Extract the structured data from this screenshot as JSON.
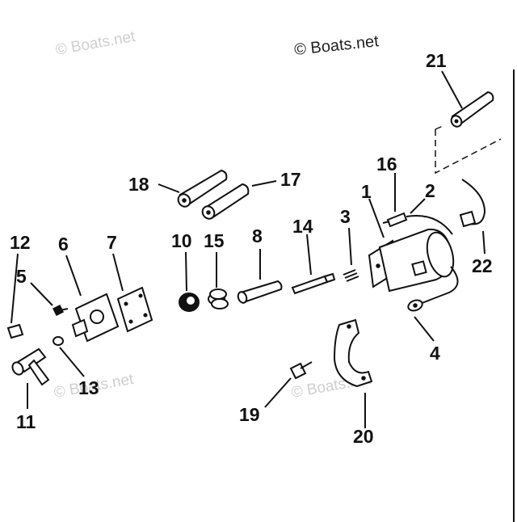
{
  "watermark": {
    "main": "© Boats.net",
    "faint": "© Boats.net"
  },
  "callouts": {
    "c1": "1",
    "c2": "2",
    "c3": "3",
    "c4": "4",
    "c5": "5",
    "c6": "6",
    "c7": "7",
    "c8": "8",
    "c10": "10",
    "c11": "11",
    "c12": "12",
    "c13": "13",
    "c14": "14",
    "c15": "15",
    "c16": "16",
    "c17": "17",
    "c18": "18",
    "c19": "19",
    "c20": "20",
    "c21": "21",
    "c22": "22"
  }
}
